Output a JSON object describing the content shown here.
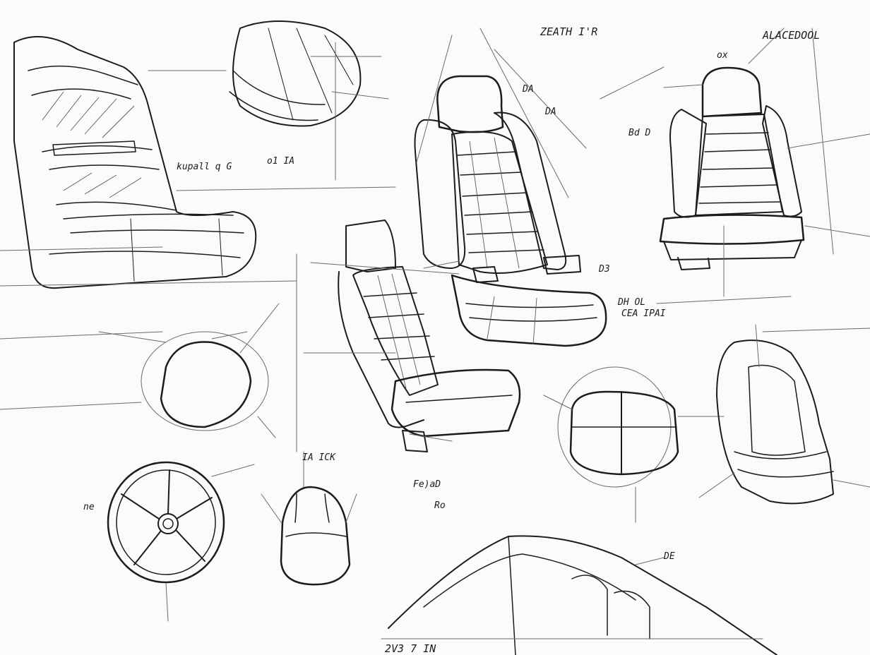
{
  "colors": {
    "paper": "#fbfbf9",
    "ink": "#1c1c1c",
    "pencil_shade": "#5a5a5a"
  },
  "annotations": {
    "top_center": "ZEATH I'R",
    "top_right": "ALACEDOOL",
    "top_right_small": "ox",
    "left_seat_note": "kupall q G",
    "left_seat_note_2": "o1 IA",
    "center_label_1": "DA",
    "center_label_2": "DA",
    "right_seat_note": "Bd D",
    "armrest_note": "D3",
    "middle_right_note": "DH OL",
    "middle_right_note_2": "CEA IPAI",
    "mirror_note": "Fe)aD",
    "headrest_note": "IA ICK",
    "bottom_center": "2V3 7 IN",
    "lower_center_note": "Ro",
    "wheel_note": "ne",
    "car_note": "DE"
  }
}
